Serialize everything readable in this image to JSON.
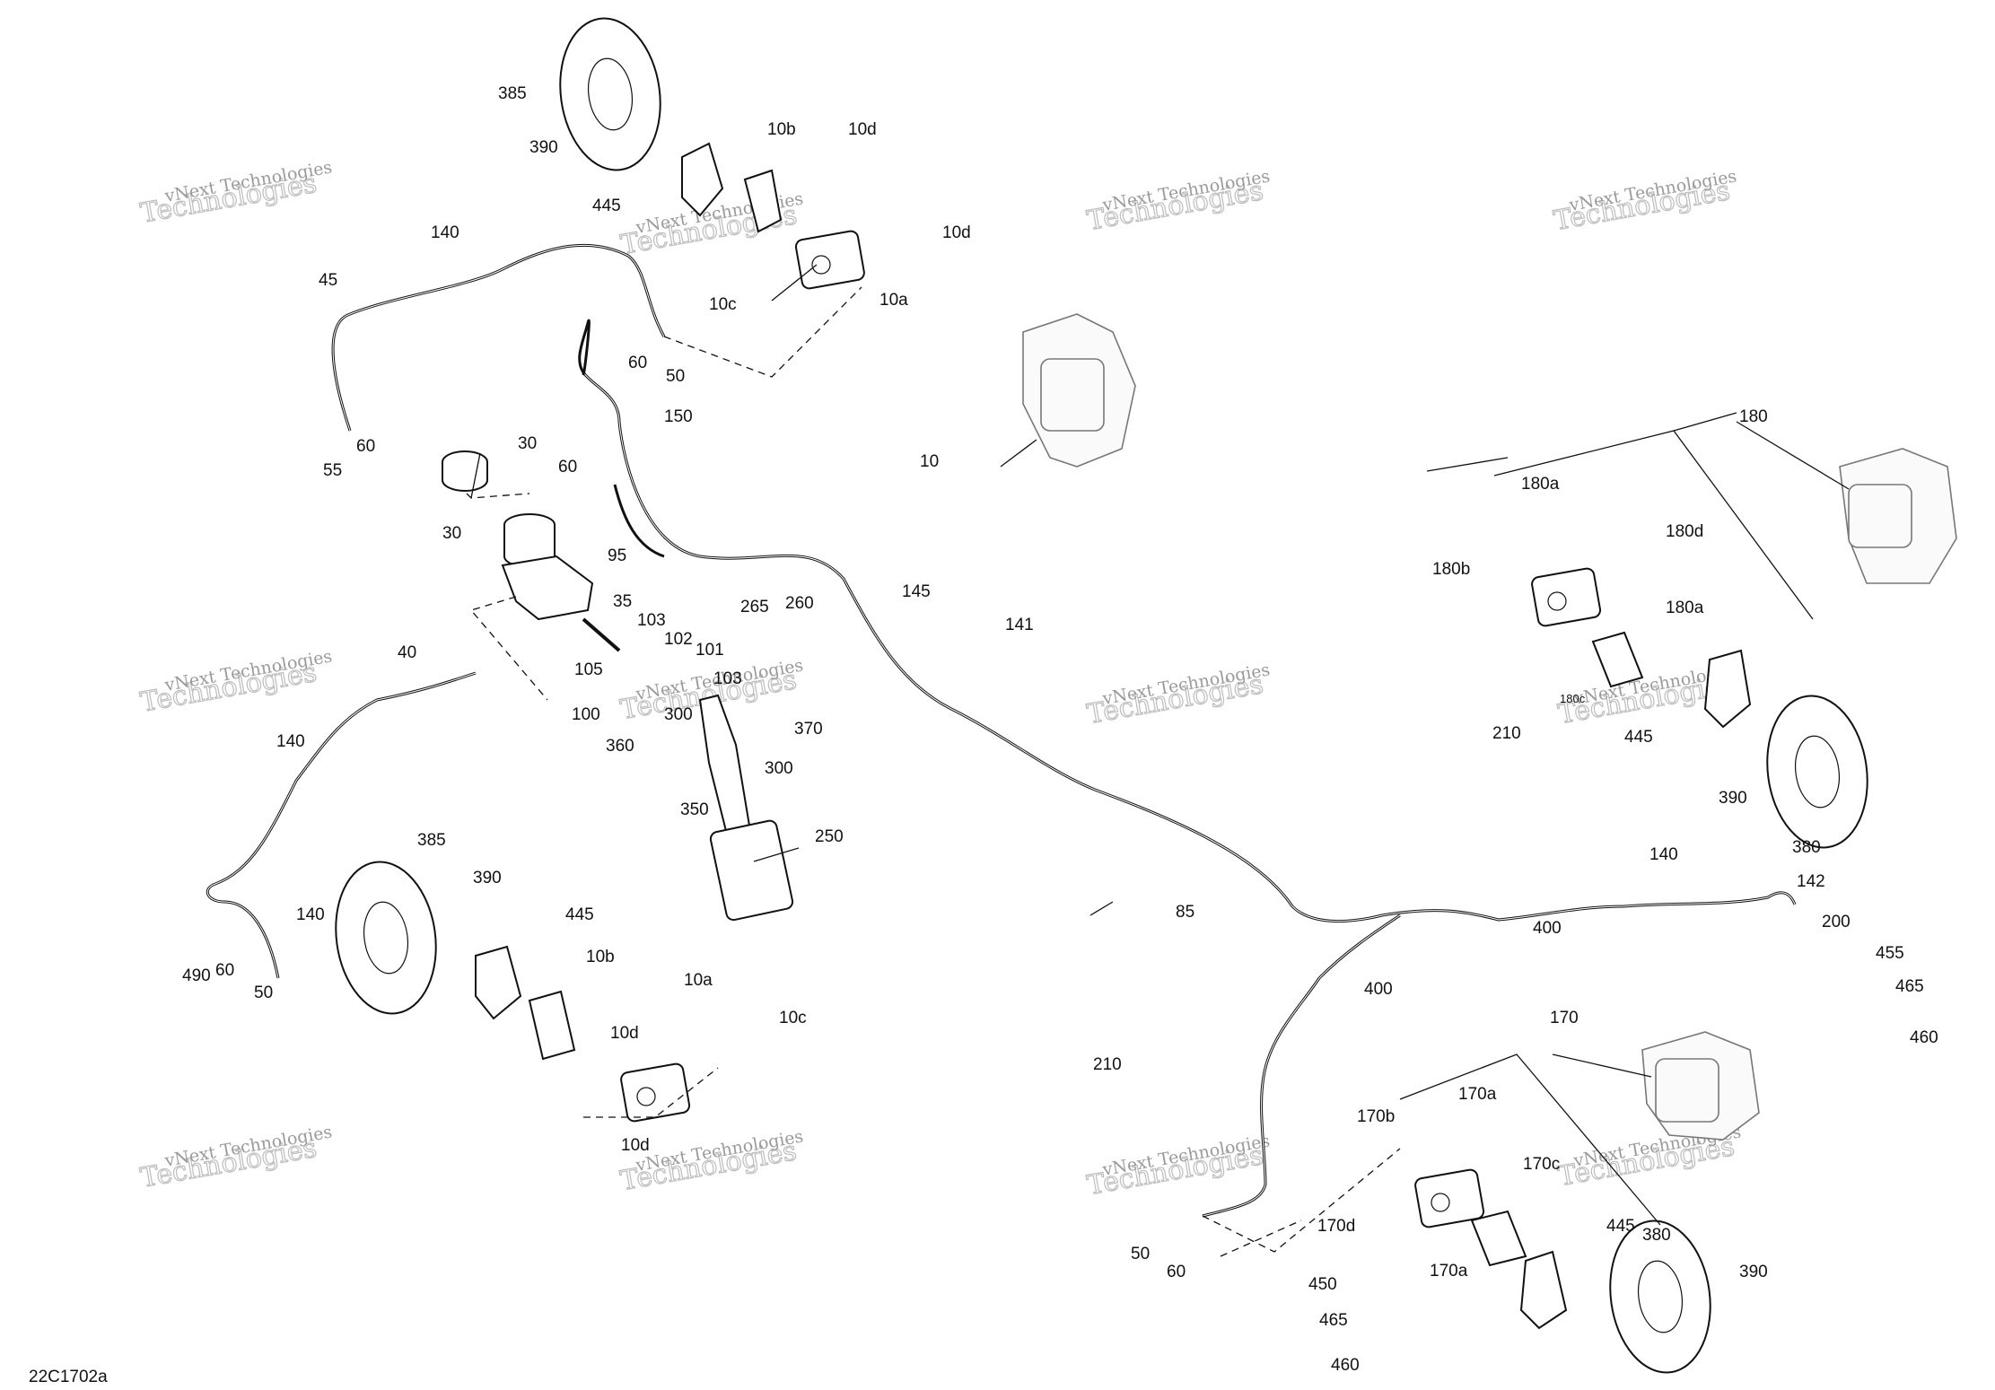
{
  "diagram": {
    "code": "22C1702a",
    "watermark": {
      "line1": "vNext Technologies",
      "line2": "Technologies"
    },
    "labels": [
      "385",
      "390",
      "445",
      "10b",
      "10d",
      "10d",
      "10c",
      "10a",
      "140",
      "45",
      "60",
      "50",
      "55",
      "60",
      "150",
      "10",
      "30",
      "30",
      "60",
      "95",
      "35",
      "103",
      "102",
      "101",
      "103",
      "105",
      "100",
      "265",
      "260",
      "145",
      "141",
      "300",
      "370",
      "360",
      "300",
      "350",
      "250",
      "40",
      "140",
      "140",
      "385",
      "390",
      "490",
      "60",
      "50",
      "445",
      "10b",
      "10a",
      "10c",
      "10d",
      "10d",
      "180",
      "180a",
      "180d",
      "180b",
      "180a",
      "180c",
      "445",
      "210",
      "390",
      "380",
      "140",
      "142",
      "200",
      "400",
      "85",
      "400",
      "455",
      "465",
      "460",
      "210",
      "170",
      "170a",
      "170b",
      "170c",
      "170d",
      "170a",
      "50",
      "60",
      "445",
      "380",
      "390",
      "450",
      "465",
      "460"
    ]
  }
}
